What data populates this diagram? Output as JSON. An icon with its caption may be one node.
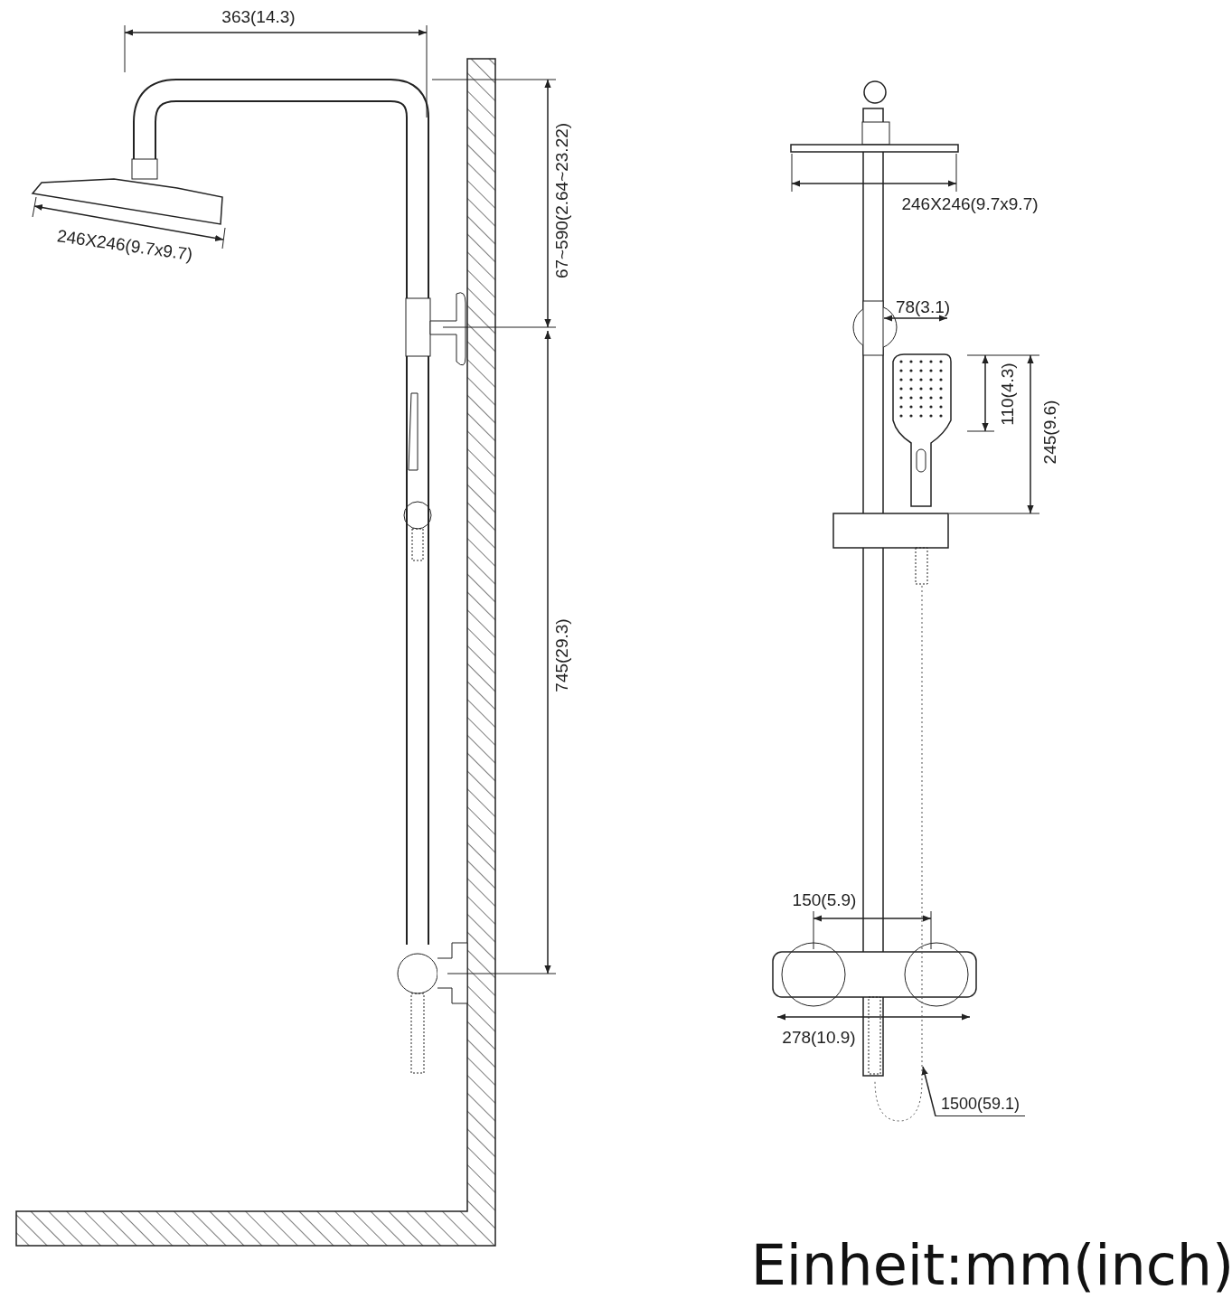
{
  "diagram": {
    "nodes": [
      {
        "text": [
          "1500(59.1)"
        ]
      },
      {
        "text": [],
        "shape": "picture"
      }
    ],
    "edges": [
      {
        "from": 0,
        "to": 1,
        "arrow": "to"
      }
    ],
    "labels": [
      "363(14.3)",
      "246X246(9.7x9.7)",
      "67~590(2.64~23.22)",
      "745(29.3)",
      "246X246(9.7x9.7)",
      "78(3.1)",
      "110(4.3)",
      "245(9.6)",
      "150(5.9)",
      "278(10.9)",
      "Einheit:mm(inch)"
    ]
  }
}
